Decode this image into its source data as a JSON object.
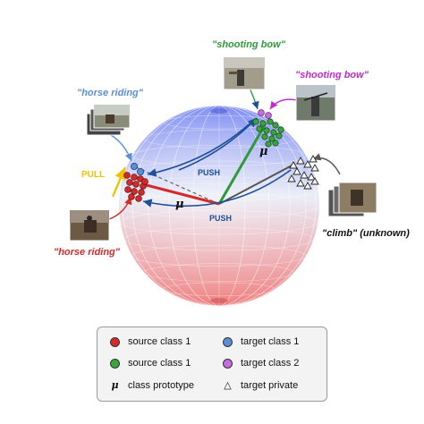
{
  "labels": {
    "horse_riding_target": "\"horse riding\"",
    "horse_riding_source": "\"horse riding\"",
    "shooting_bow_source": "\"shooting bow\"",
    "shooting_bow_target": "\"shooting bow\"",
    "climb_unknown": "\"climb\" (unknown)",
    "pull": "PULL",
    "push_upper": "PUSH",
    "push_lower": "PUSH",
    "mu_source1": "μ",
    "mu_source2": "μ"
  },
  "legend": {
    "items": [
      {
        "label": "source class 1",
        "marker": "circle",
        "color": "#d42a2a"
      },
      {
        "label": "target class 1",
        "marker": "circle",
        "color": "#5b8fd6"
      },
      {
        "label": "source class 1",
        "marker": "circle",
        "color": "#3aa53a"
      },
      {
        "label": "target class 2",
        "marker": "circle",
        "color": "#c66ddf"
      },
      {
        "label": "class prototype",
        "marker": "mu",
        "color": "#111111"
      },
      {
        "label": "target private",
        "marker": "triangle",
        "color": "#111111"
      }
    ]
  },
  "colors": {
    "source_red": "#d42a2a",
    "target_blue": "#2b63c6",
    "source_green": "#2f9a3a",
    "target_magenta": "#c02ad0",
    "pull_yellow": "#f2c200",
    "arrow_navy": "#1e4f9a"
  }
}
